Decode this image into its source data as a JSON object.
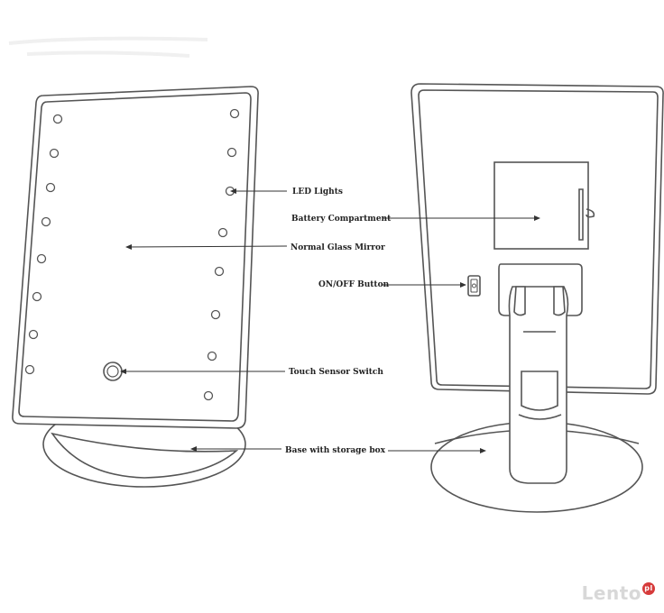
{
  "labels": {
    "led": "LED Lights",
    "mirror": "Normal Glass Mirror",
    "touch": "Touch Sensor Switch",
    "base": "Base with storage box",
    "battery": "Battery Compartment",
    "onoff": "ON/OFF Button"
  },
  "watermark": {
    "brand": "Lento",
    "suffix": "pl"
  },
  "colors": {
    "line": "#555555",
    "watermark": "#d8d8d8"
  }
}
